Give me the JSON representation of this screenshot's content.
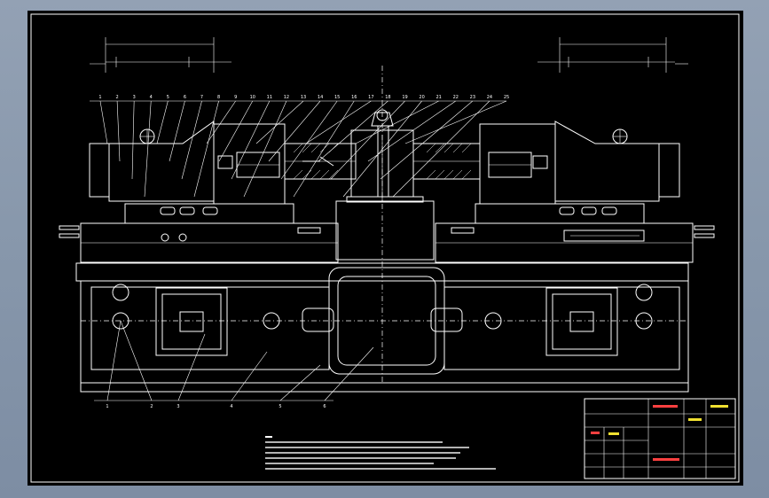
{
  "drawing": {
    "left_dimension": {
      "title": "",
      "value": "",
      "labels": [
        "",
        "",
        "",
        ""
      ]
    },
    "right_dimension": {
      "title": "",
      "value": "",
      "labels": [
        "",
        "",
        "",
        ""
      ]
    },
    "part_numbers_top": [
      "1",
      "2",
      "3",
      "4",
      "5",
      "6",
      "7",
      "8",
      "9",
      "10",
      "11",
      "12",
      "13",
      "14",
      "15",
      "16",
      "17",
      "18",
      "19",
      "20",
      "21",
      "22",
      "23",
      "24",
      "25"
    ],
    "part_numbers_bottom": [
      "1",
      "2",
      "3",
      "4",
      "5",
      "6"
    ],
    "tech_requirements_title": "",
    "tech_requirements_lines": [
      "",
      "",
      "",
      "",
      "",
      ""
    ],
    "title_block": {
      "drawing_title": "",
      "sheet": ""
    }
  },
  "colors": {
    "background_frame": "#8797ab",
    "canvas": "#000000",
    "lines": "#ffffff",
    "accent_red": "#ff4040",
    "accent_yellow": "#f0e030"
  }
}
